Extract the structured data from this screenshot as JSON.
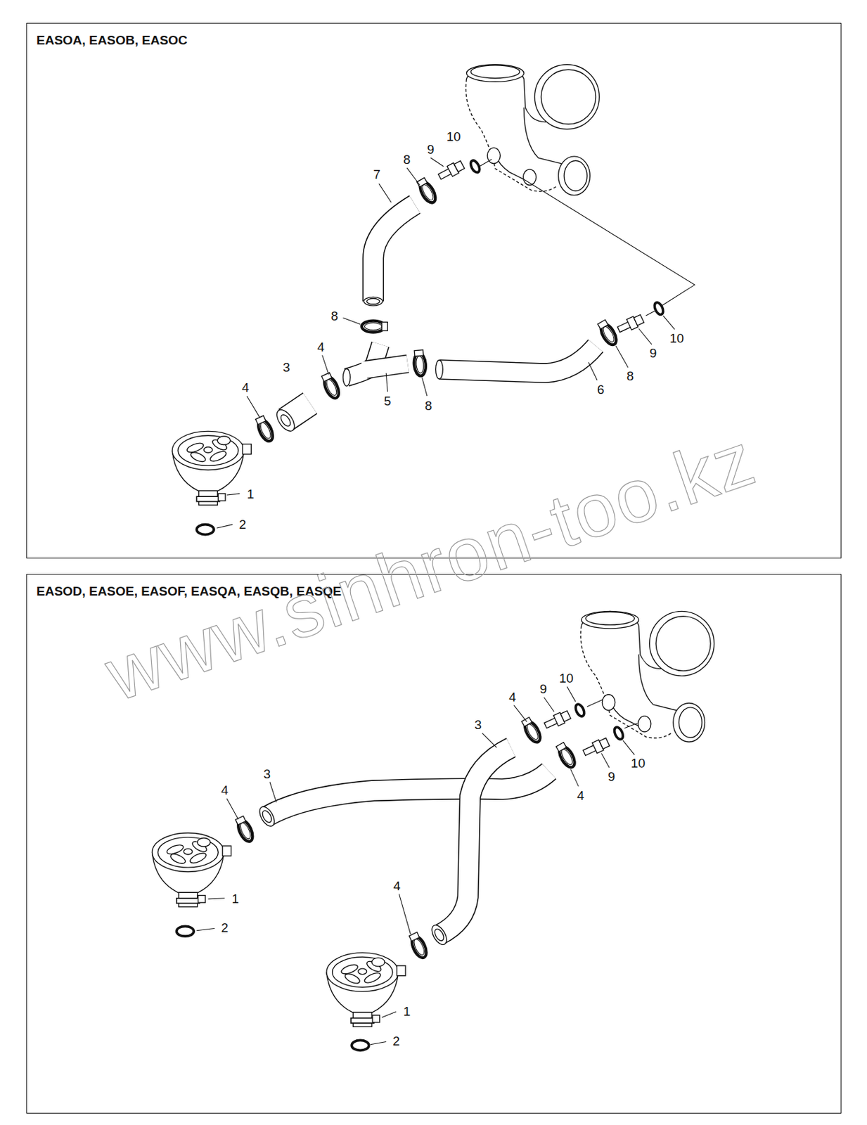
{
  "diagram": {
    "nodes": [
      {
        "text": [
          "EASOA, EASOB, EASOC"
        ]
      },
      {
        "text": [
          "EASOD, EASOE, EASOF, EASQA, EASQB, EASQE"
        ]
      }
    ],
    "labels": [
      "10",
      "9",
      "8",
      "7",
      "8",
      "4",
      "3",
      "4",
      "5",
      "8",
      "6",
      "8",
      "9",
      "10",
      "1",
      "2",
      "10",
      "9",
      "4",
      "3",
      "10",
      "9",
      "4",
      "3",
      "4",
      "1",
      "2",
      "4",
      "1",
      "2",
      "www.sinhron-too.kz"
    ]
  }
}
